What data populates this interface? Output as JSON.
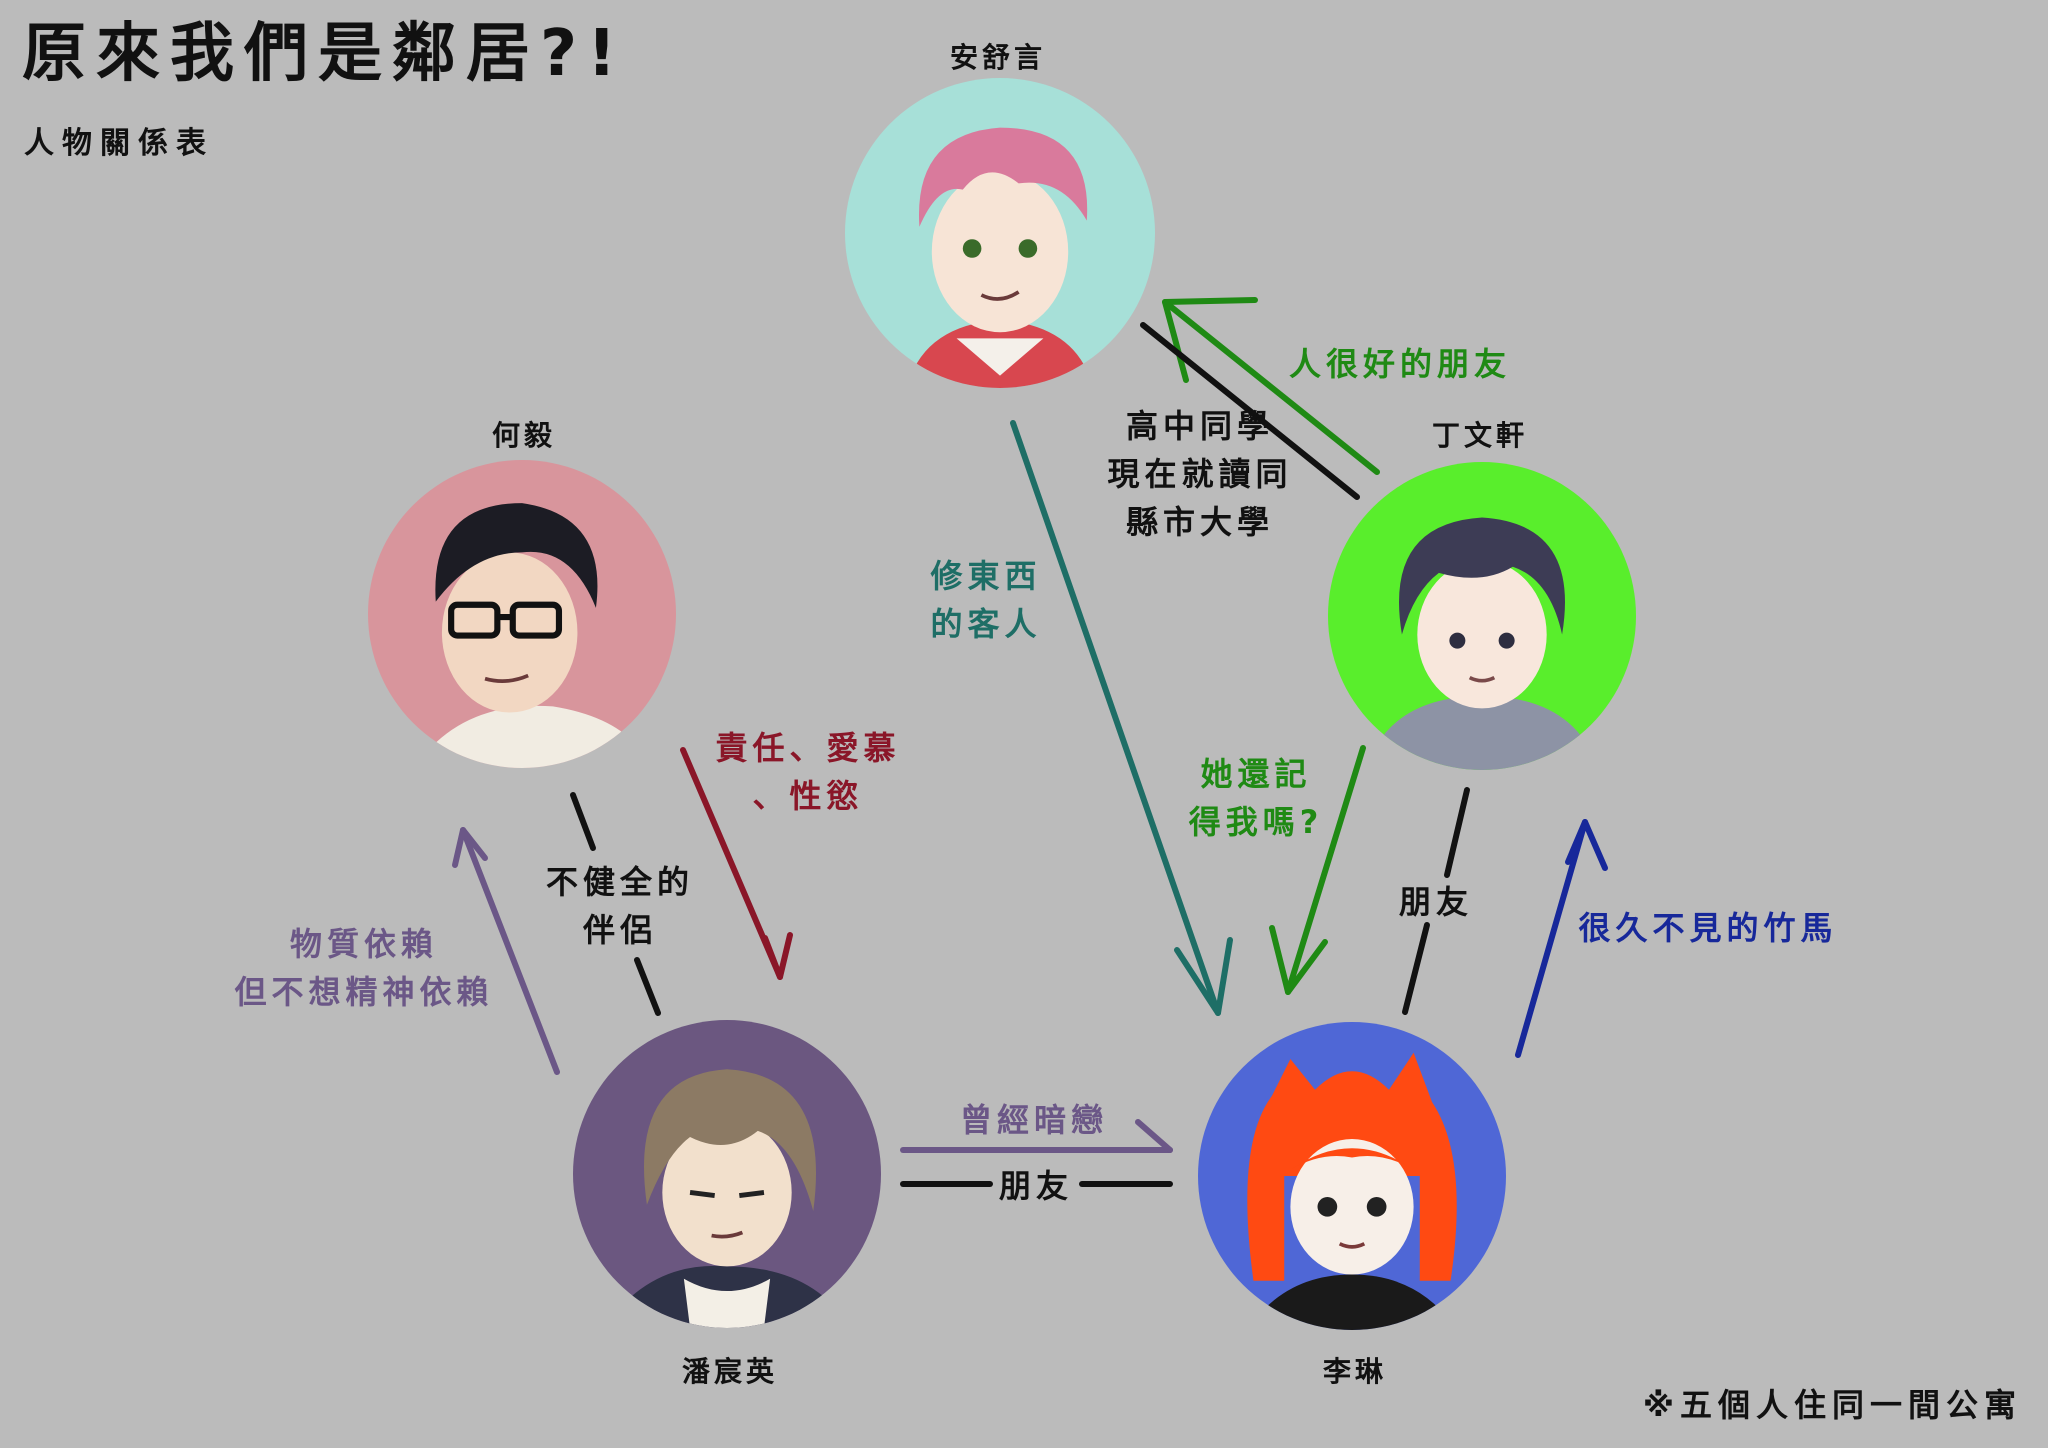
{
  "title": "原來我們是鄰居?!",
  "subtitle": "人物關係表",
  "footnote": "※五個人住同一間公寓",
  "characters": {
    "an_shu_yan": {
      "name": "安舒言",
      "bg": "#a7e0d8"
    },
    "he_yi": {
      "name": "何毅",
      "bg": "#d8959c"
    },
    "ding_wen_xuan": {
      "name": "丁文軒",
      "bg": "#59ee2c"
    },
    "pan_chen_ying": {
      "name": "潘宸英",
      "bg": "#6b5780"
    },
    "li_lin": {
      "name": "李琳",
      "bg": "#4f67d6"
    }
  },
  "relations": {
    "ding_to_an": {
      "text": "人很好的朋友",
      "color": "#1f8a14"
    },
    "an_ding_school": {
      "line1": "高中同學",
      "line2": "現在就讀同",
      "line3": "縣市大學",
      "color": "#111111"
    },
    "an_to_li": {
      "line1": "修東西",
      "line2": "的客人",
      "color": "#1e6e66"
    },
    "he_to_pan": {
      "line1": "責任、愛慕",
      "line2": "、性慾",
      "color": "#8a1628"
    },
    "he_pan": {
      "line1": "不健全的",
      "line2": "伴侶",
      "color": "#111111"
    },
    "pan_to_he": {
      "line1": "物質依賴",
      "line2": "但不想精神依賴",
      "color": "#6b5787"
    },
    "ding_to_li": {
      "line1": "她還記",
      "line2": "得我嗎?",
      "color": "#1f8a14"
    },
    "ding_li": {
      "text": "朋友",
      "color": "#111111"
    },
    "li_to_ding": {
      "text": "很久不見的竹馬",
      "color": "#17289a"
    },
    "pan_to_li": {
      "text": "曾經暗戀",
      "color": "#6b5787"
    },
    "pan_li": {
      "text": "朋友",
      "color": "#111111"
    }
  }
}
